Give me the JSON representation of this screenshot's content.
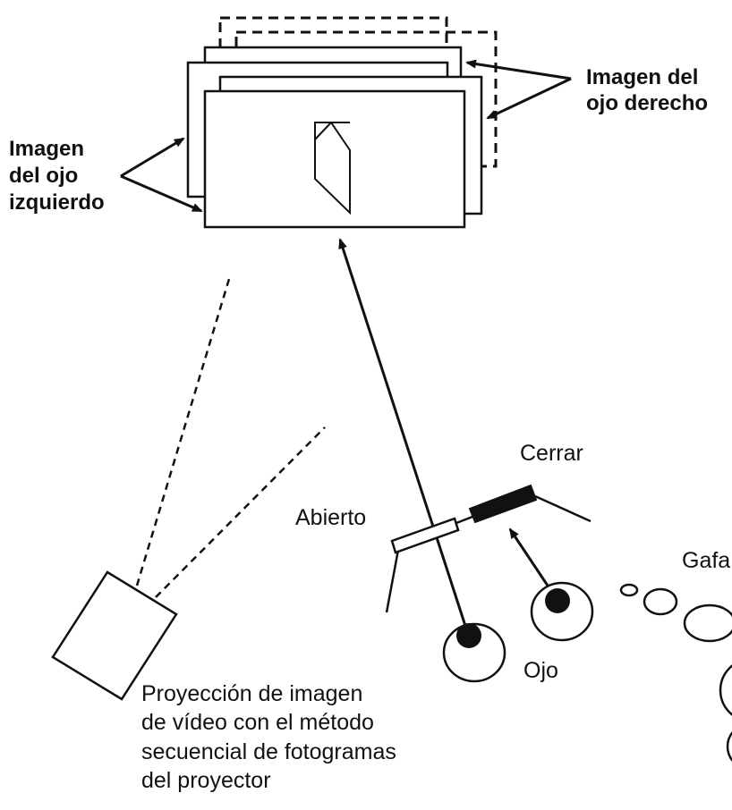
{
  "labels": {
    "right_eye_image": [
      "Imagen del",
      "ojo derecho"
    ],
    "left_eye_image": [
      "Imagen",
      "del ojo",
      "izquierdo"
    ],
    "close": "Cerrar",
    "open": "Abierto",
    "glasses": "Gafa",
    "eye": "Ojo",
    "projection": [
      "Proyección de imagen",
      "de vídeo con el método",
      "secuencial de fotogramas",
      "del proyector"
    ]
  },
  "colors": {
    "line": "#111111",
    "background": "#ffffff"
  }
}
